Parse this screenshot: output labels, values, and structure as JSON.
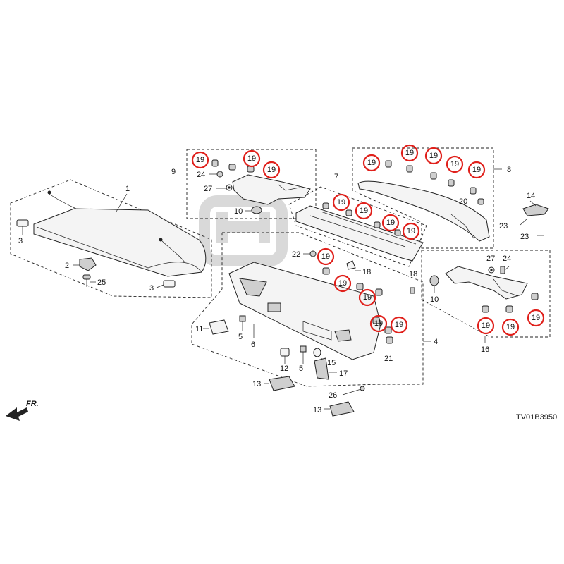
{
  "diagram_code": "TV01B3950",
  "front_label": "FR.",
  "ref": {
    "p1": "1",
    "p2": "2",
    "p3a": "3",
    "p3b": "3",
    "p4": "4",
    "p5a": "5",
    "p5b": "5",
    "p6": "6",
    "p7": "7",
    "p8": "8",
    "p9": "9",
    "p10a": "10",
    "p10b": "10",
    "p11": "11",
    "p12": "12",
    "p13a": "13",
    "p13b": "13",
    "p14": "14",
    "p15": "15",
    "p16": "16",
    "p17": "17",
    "p18a": "18",
    "p18b": "18",
    "p20": "20",
    "p21": "21",
    "p22": "22",
    "p23a": "23",
    "p23b": "23",
    "p24a": "24",
    "p24b": "24",
    "p25": "25",
    "p26": "26",
    "p27a": "27",
    "p27b": "27"
  },
  "highlighted_ref": "19",
  "highlight_color": "#e0201b"
}
